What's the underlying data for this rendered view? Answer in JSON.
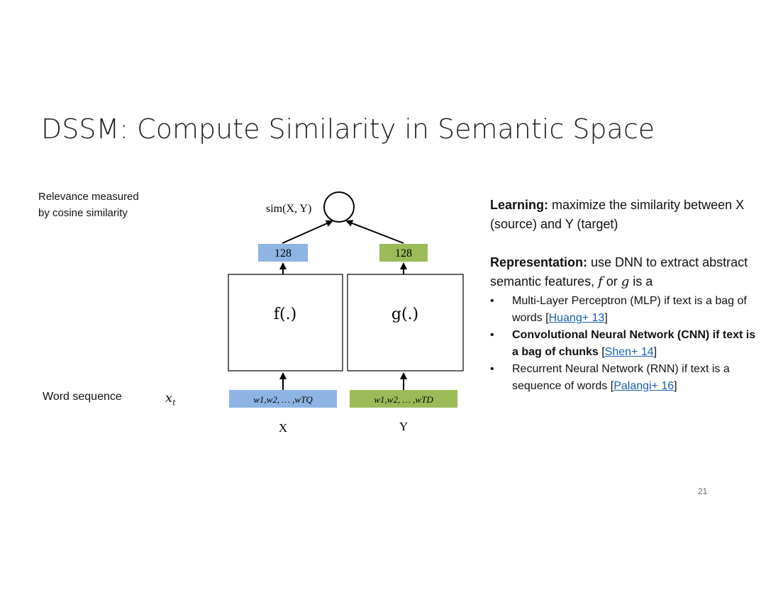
{
  "slide": {
    "title": "DSSM: Compute Similarity in Semantic Space",
    "relevance_note": [
      "Relevance measured",
      "by cosine similarity"
    ],
    "word_sequence_label": "Word sequence",
    "xt_symbol": "x",
    "xt_subscript": "t",
    "page_number": "21"
  },
  "diagram": {
    "sim_label": "sim(X, Y)",
    "left": {
      "vector_label": "128",
      "function_label": "f(.)",
      "input_label": "w1,w2, … ,wTQ",
      "axis_label": "X",
      "color": "#8eb4e3"
    },
    "right": {
      "vector_label": "128",
      "function_label": "g(.)",
      "input_label": "w1,w2, … ,wTD",
      "axis_label": "Y",
      "color": "#9bbb59"
    }
  },
  "text": {
    "learning_head": "Learning:",
    "learning_body": " maximize the similarity between X (source) and Y (target)",
    "rep_head": "Representation:",
    "rep_body_1": " use DNN to extract abstract semantic features, ",
    "rep_f": "f",
    "rep_or": " or ",
    "rep_g": "g",
    "rep_body_2": " is a",
    "bullets": [
      {
        "text": "Multi-Layer Perceptron (MLP) if text is a bag of words ",
        "link": "Huang+ 13",
        "bold": false
      },
      {
        "text": "Convolutional Neural Network (CNN) if text is a bag of chunks ",
        "link": "Shen+ 14",
        "bold": true
      },
      {
        "text": "Recurrent Neural Network (RNN) if text is a sequence of words ",
        "link": "Palangi+ 16",
        "bold": false
      }
    ]
  }
}
